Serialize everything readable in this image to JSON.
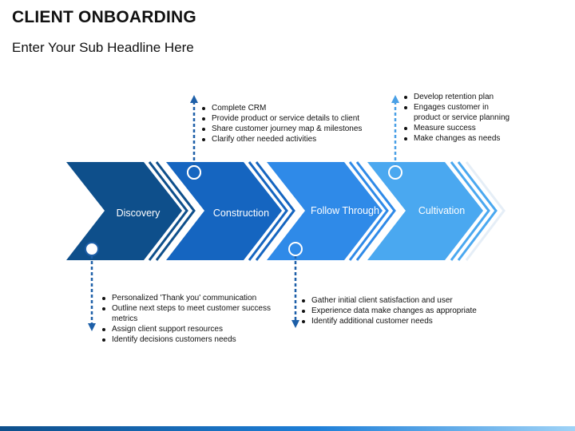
{
  "header": {
    "title": "CLIENT ONBOARDING",
    "subtitle": "Enter Your Sub Headline Here"
  },
  "stages": [
    {
      "label": "Discovery",
      "color": "#0e4f8b",
      "connector": "down",
      "bullets": [
        "Personalized 'Thank you' communication",
        "Outline next steps to meet customer success metrics",
        "Assign client support resources",
        "Identify decisions customers needs"
      ]
    },
    {
      "label": "Construction",
      "color": "#1565c0",
      "connector": "up",
      "bullets": [
        "Complete CRM",
        "Provide product or service details to client",
        "Share customer journey map & milestones",
        "Clarify other needed activities"
      ]
    },
    {
      "label": "Follow Through",
      "color": "#2f8ae8",
      "connector": "down",
      "bullets": [
        "Gather initial client satisfaction and user",
        "Experience data make changes as appropriate",
        "Identify additional customer needs"
      ]
    },
    {
      "label": "Cultivation",
      "color": "#4aa8f0",
      "connector": "up",
      "bullets": [
        "Develop retention plan",
        "Engages customer in product or service planning",
        "Measure success",
        "Make changes as needs"
      ]
    }
  ],
  "colors": {
    "connector_dark": "#1d5fa8",
    "connector_light": "#4aa0e6",
    "footer_start": "#0e4f8b",
    "footer_end": "#9fd3f7"
  }
}
